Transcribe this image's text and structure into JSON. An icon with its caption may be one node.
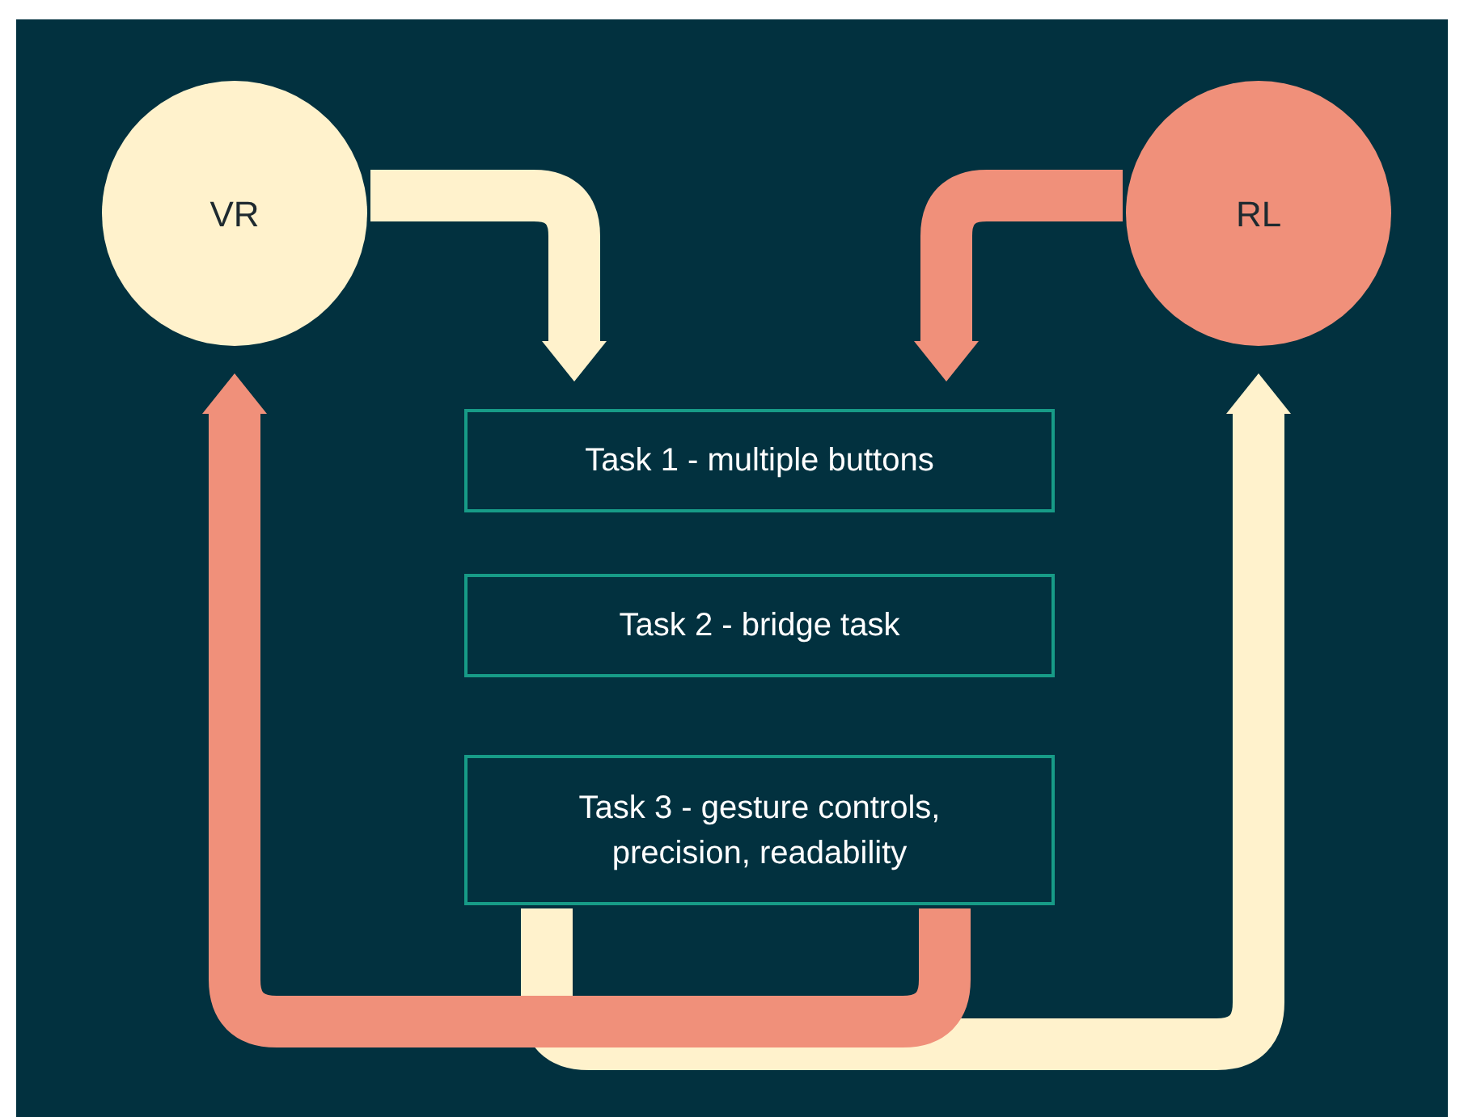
{
  "diagram": {
    "nodes": [
      {
        "text": [
          "VR"
        ]
      },
      {
        "text": [
          "RL"
        ]
      },
      {
        "text": [
          "Task 1 - multiple buttons"
        ]
      },
      {
        "text": [
          "Task 2 - bridge task"
        ]
      },
      {
        "text": [
          "Task 3 - gesture controls, precision, readability"
        ]
      }
    ],
    "edges": [
      {
        "from": 0,
        "to": 2,
        "arrow": "to",
        "color": "#fff2cc"
      },
      {
        "from": 1,
        "to": 2,
        "arrow": "to",
        "color": "#f0907a"
      },
      {
        "from": 4,
        "to": 0,
        "arrow": "to",
        "color": "#f0907a"
      },
      {
        "from": 4,
        "to": 1,
        "arrow": "to",
        "color": "#fff2cc"
      }
    ]
  }
}
